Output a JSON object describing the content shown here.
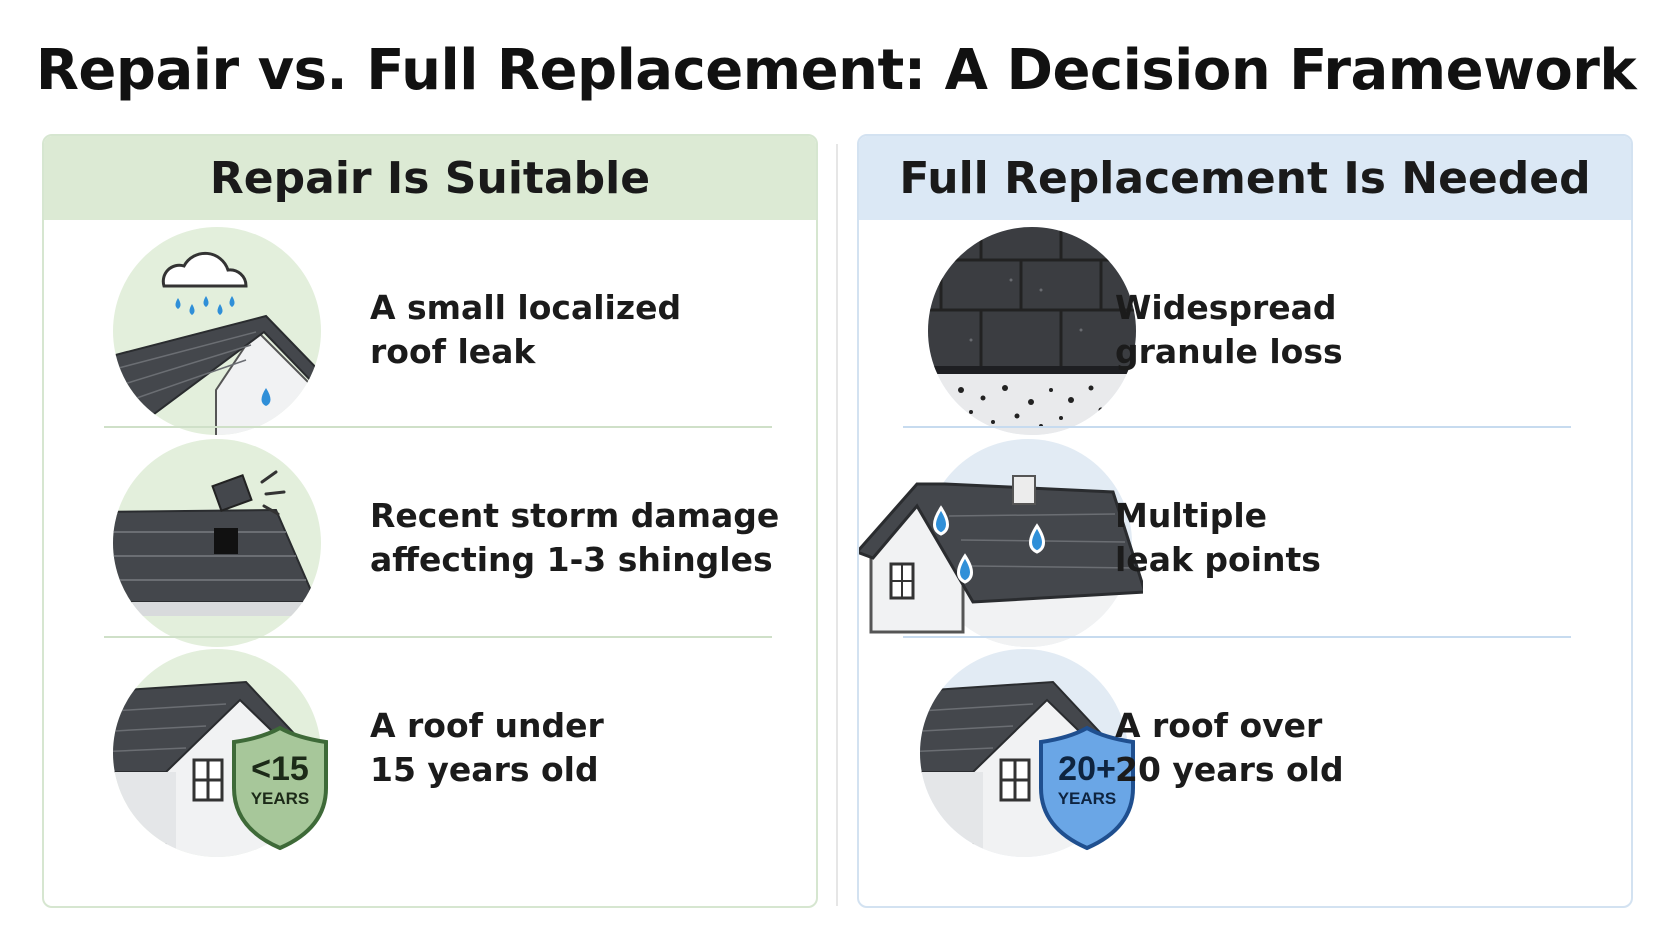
{
  "title": "Repair vs. Full Replacement: A Decision Framework",
  "left_panel": {
    "header": "Repair Is Suitable",
    "items": [
      {
        "line1": "A small localized",
        "line2": "roof leak",
        "icon": "rain-leak-icon"
      },
      {
        "line1": "Recent storm damage",
        "line2": "affecting 1-3 shingles",
        "icon": "missing-shingle-icon"
      },
      {
        "line1": "A roof under",
        "line2": "15 years old",
        "icon": "young-roof-icon"
      }
    ],
    "badge_top": "<15",
    "badge_bottom": "YEARS"
  },
  "right_panel": {
    "header": "Full Replacement Is Needed",
    "items": [
      {
        "line1": "Widespread",
        "line2": "granule loss",
        "icon": "granule-loss-icon"
      },
      {
        "line1": "Multiple",
        "line2": "leak points",
        "icon": "multiple-leaks-icon"
      },
      {
        "line1": "A roof over",
        "line2": "20 years old",
        "icon": "old-roof-icon"
      }
    ],
    "badge_top": "20+",
    "badge_bottom": "YEARS"
  },
  "colors": {
    "repair_accent": "#dcead4",
    "replace_accent": "#dbe8f5",
    "shingle": "#3f4247",
    "water": "#2f8fd8"
  }
}
